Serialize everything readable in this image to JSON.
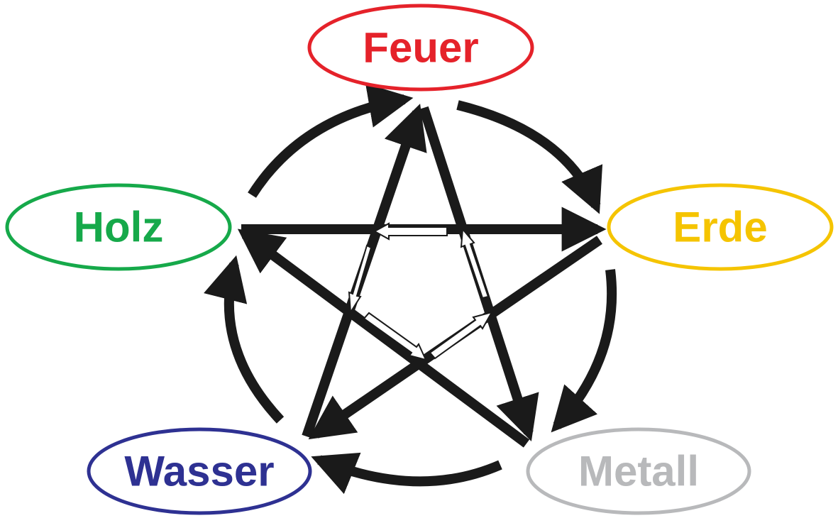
{
  "nodes": {
    "feuer": {
      "label": "Feuer",
      "color": "#e5222a"
    },
    "erde": {
      "label": "Erde",
      "color": "#f5c400"
    },
    "metall": {
      "label": "Metall",
      "color": "#b8b9bb"
    },
    "wasser": {
      "label": "Wasser",
      "color": "#2e3192"
    },
    "holz": {
      "label": "Holz",
      "color": "#16a94a"
    }
  },
  "generating_cycle": [
    "feuer",
    "erde",
    "metall",
    "wasser",
    "holz"
  ],
  "controlling_cycle": [
    "feuer",
    "metall",
    "holz",
    "erde",
    "wasser"
  ],
  "arrow_color": "#1a1a1a"
}
